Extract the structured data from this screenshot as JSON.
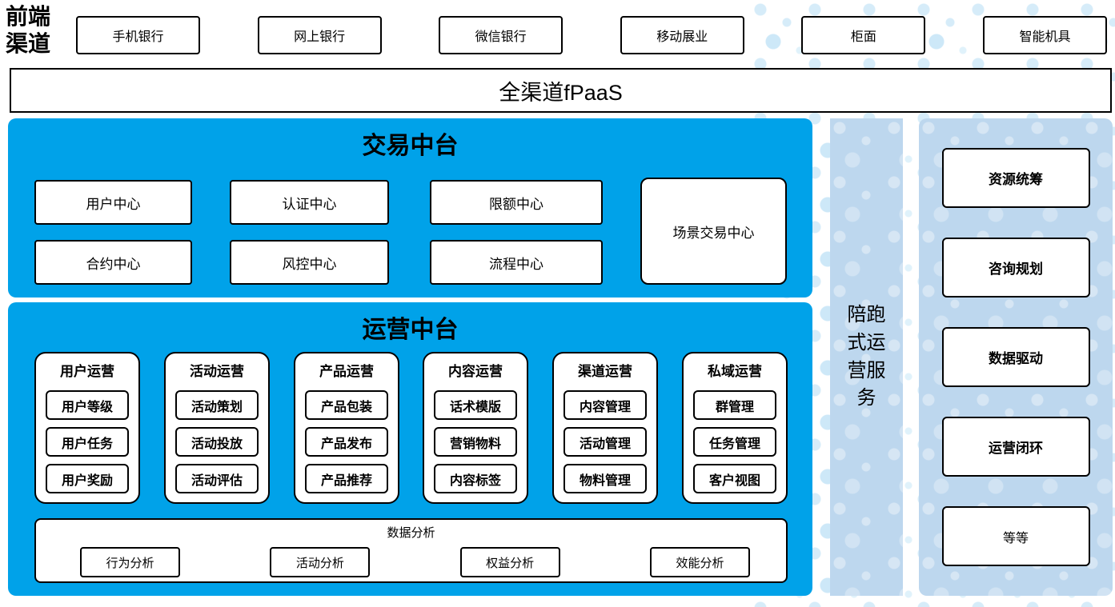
{
  "colors": {
    "bright_blue": "#00a2e9",
    "light_blue": "#bdd7ee",
    "dot_blue": "#d6ecf9"
  },
  "front_channels": {
    "label": "前端渠道",
    "items": [
      "手机银行",
      "网上银行",
      "微信银行",
      "移动展业",
      "柜面",
      "智能机具"
    ]
  },
  "fpaas": {
    "label": "全渠道fPaaS"
  },
  "trade_platform": {
    "title": "交易中台",
    "centers": [
      "用户中心",
      "认证中心",
      "限额中心",
      "合约中心",
      "风控中心",
      "流程中心"
    ],
    "scene_center": "场景交易中心"
  },
  "ops_platform": {
    "title": "运营中台",
    "columns": [
      {
        "title": "用户运营",
        "items": [
          "用户等级",
          "用户任务",
          "用户奖励"
        ]
      },
      {
        "title": "活动运营",
        "items": [
          "活动策划",
          "活动投放",
          "活动评估"
        ]
      },
      {
        "title": "产品运营",
        "items": [
          "产品包装",
          "产品发布",
          "产品推荐"
        ]
      },
      {
        "title": "内容运营",
        "items": [
          "话术模版",
          "营销物料",
          "内容标签"
        ]
      },
      {
        "title": "渠道运营",
        "items": [
          "内容管理",
          "活动管理",
          "物料管理"
        ]
      },
      {
        "title": "私域运营",
        "items": [
          "群管理",
          "任务管理",
          "客户视图"
        ]
      }
    ],
    "data_analysis": {
      "title": "数据分析",
      "items": [
        "行为分析",
        "活动分析",
        "权益分析",
        "效能分析"
      ]
    }
  },
  "side_bar": {
    "label": "陪跑式运营服务"
  },
  "right_panel": {
    "items": [
      "资源统筹",
      "咨询规划",
      "数据驱动",
      "运营闭环",
      "等等"
    ]
  }
}
